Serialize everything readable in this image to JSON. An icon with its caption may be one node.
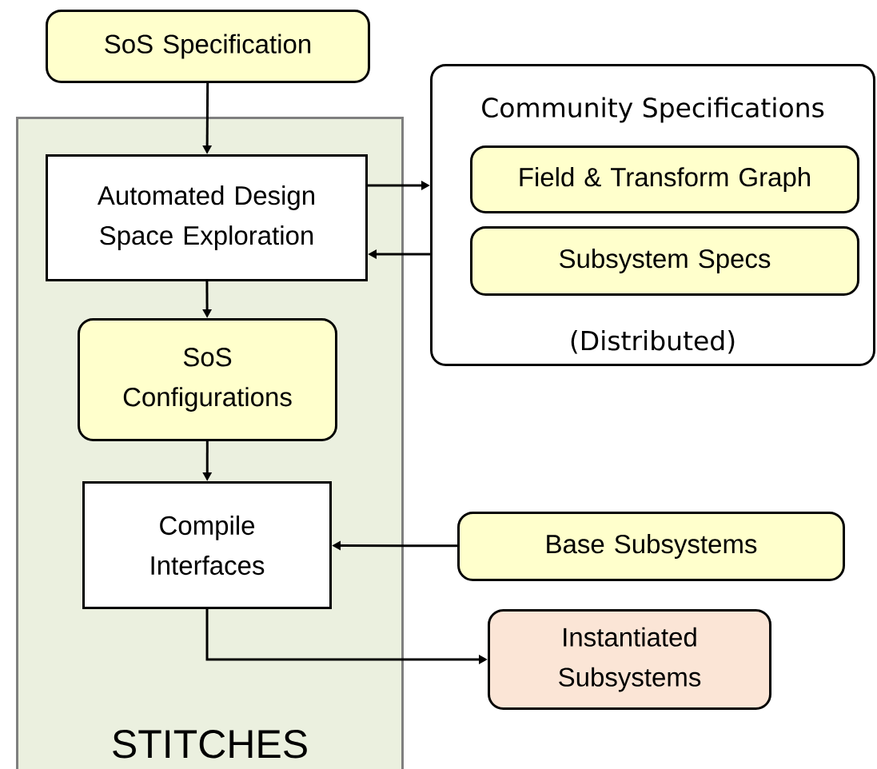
{
  "diagram": {
    "nodes": [
      {
        "text": [
          "SoS Specification"
        ]
      },
      {
        "text": [
          "STITCHES"
        ]
      },
      {
        "text": [
          "Automated Design Space Exploration"
        ],
        "in": 1
      },
      {
        "text": [
          "SoS Configurations"
        ],
        "in": 1
      },
      {
        "text": [
          "Compile Interfaces"
        ],
        "in": 1
      },
      {
        "text": [
          "Community Specifications",
          "(Distributed)"
        ]
      },
      {
        "text": [
          "Field & Transform Graph"
        ],
        "in": 5
      },
      {
        "text": [
          "Subsystem Specs"
        ],
        "in": 5
      },
      {
        "text": [
          "Base Subsystems"
        ]
      },
      {
        "text": [
          "Instantiated Subsystems"
        ]
      }
    ],
    "edges": [
      {
        "from": 0,
        "to": 2,
        "arrow": "to"
      },
      {
        "from": 2,
        "to": 5,
        "arrow": "to"
      },
      {
        "from": 5,
        "to": 2,
        "arrow": "to"
      },
      {
        "from": 2,
        "to": 3,
        "arrow": "to"
      },
      {
        "from": 3,
        "to": 4,
        "arrow": "to"
      },
      {
        "from": 8,
        "to": 4,
        "arrow": "to"
      },
      {
        "from": 4,
        "to": 9,
        "arrow": "to"
      }
    ]
  }
}
